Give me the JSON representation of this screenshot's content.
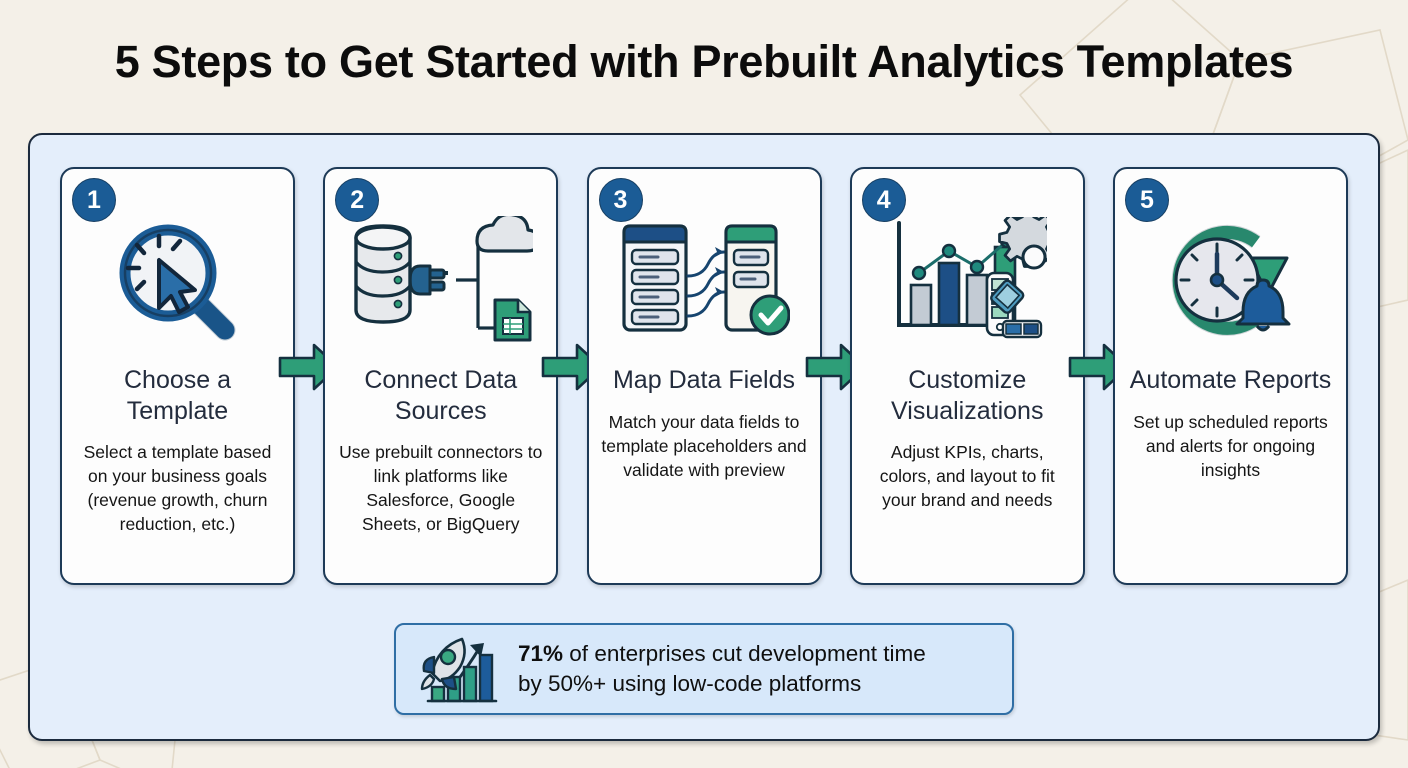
{
  "page": {
    "title": "5 Steps to Get Started with Prebuilt Analytics Templates",
    "background_color": "#f4f0e8",
    "board_color": "#e4eefb",
    "accent_blue": "#1b5c96",
    "accent_green": "#2e9e78",
    "heading_color": "#232c3d"
  },
  "steps": [
    {
      "number": "1",
      "icon": "magnifier-cursor-icon",
      "heading": "Choose a Template",
      "description": "Select a template based on your business goals (revenue growth, churn reduction, etc.)"
    },
    {
      "number": "2",
      "icon": "database-connector-icon",
      "heading": "Connect Data Sources",
      "description": "Use prebuilt connectors to link platforms like Salesforce, Google Sheets, or BigQuery"
    },
    {
      "number": "3",
      "icon": "field-mapping-icon",
      "heading": "Map Data Fields",
      "description": "Match your data fields to template placeholders and validate with preview"
    },
    {
      "number": "4",
      "icon": "chart-palette-gear-icon",
      "heading": "Customize Visualizations",
      "description": "Adjust KPIs, charts, colors, and layout to fit your brand and needs"
    },
    {
      "number": "5",
      "icon": "clock-bell-automation-icon",
      "heading": "Automate Reports",
      "description": "Set up scheduled reports and alerts for ongoing insights"
    }
  ],
  "arrows": {
    "icon": "right-arrow-icon",
    "color": "#2e9e78",
    "count": 4
  },
  "stat_banner": {
    "icon": "rocket-growth-chart-icon",
    "highlight": "71%",
    "text_line1": " of enterprises cut development time",
    "text_line2": "by 50%+ using low-code platforms"
  }
}
